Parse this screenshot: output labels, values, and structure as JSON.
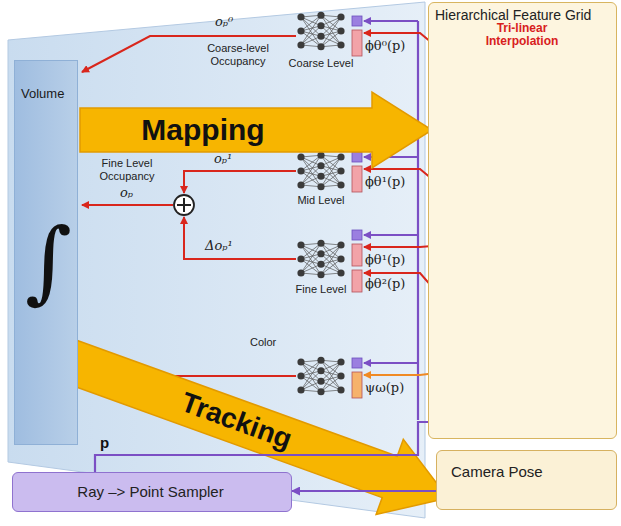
{
  "diagram": {
    "nodes": [
      {
        "text": [
          "Hierarchical Feature Grid"
        ]
      },
      {
        "text": [
          "Volume",
          "∫"
        ]
      },
      {
        "text": [
          "Camera Pose"
        ]
      },
      {
        "text": [
          "Ray –> Point Sampler"
        ]
      }
    ],
    "edges": [
      {
        "from": 2,
        "to": 3,
        "arrow": "to"
      },
      {
        "from": 3,
        "to": 0,
        "label": "p",
        "arrow": "none"
      }
    ],
    "labels": [
      "Tri-linear Interpolation",
      "Mapping",
      "Tracking",
      "oₚ⁰",
      "Coarse-level Occupancy",
      "Coarse Level",
      "ϕθ⁰(p)",
      "Fine Level Occupancy",
      "oₚ",
      "oₚ¹",
      "Mid Level",
      "ϕθ¹(p)",
      "Δoₚ¹",
      "Fine Level",
      "ϕθ¹(p)",
      "ϕθ²(p)",
      "Color",
      "ψω(p)"
    ]
  }
}
